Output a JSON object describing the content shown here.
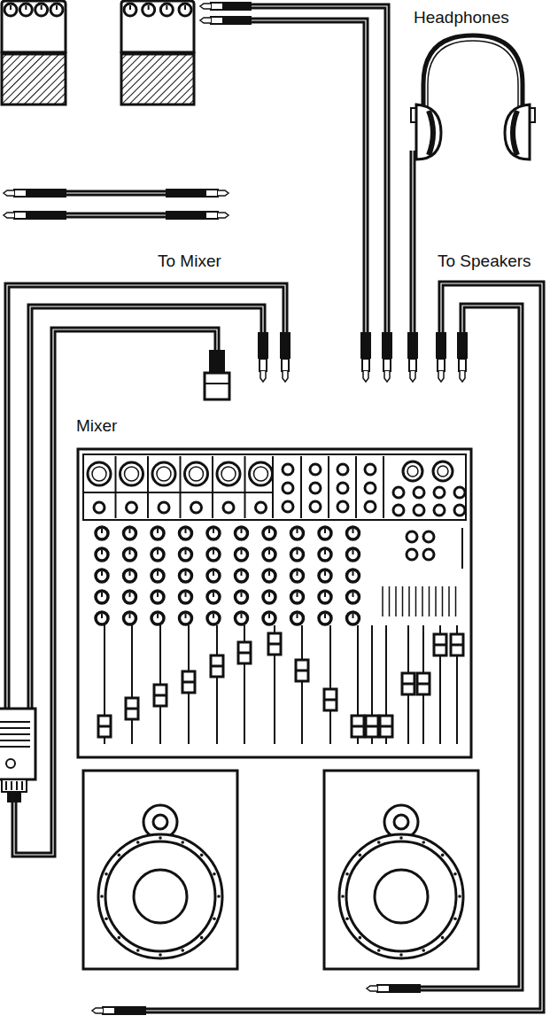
{
  "diagram": {
    "labels": [
      "Headphones",
      "To Mixer",
      "To Speakers",
      "Mixer"
    ]
  }
}
